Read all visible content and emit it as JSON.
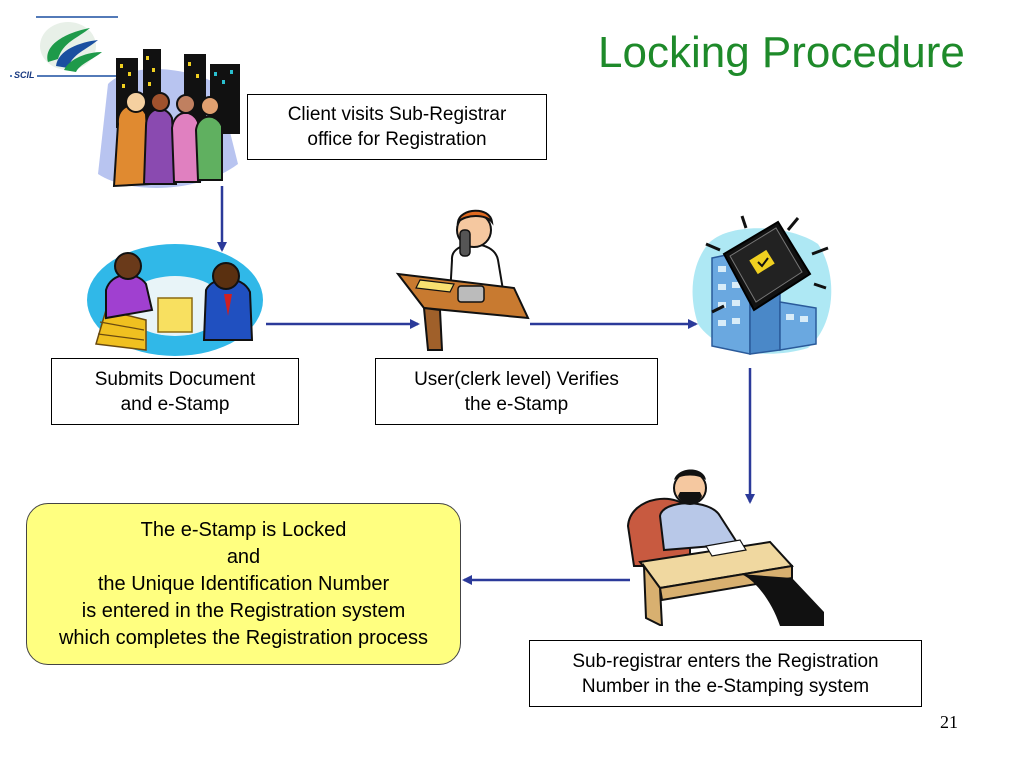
{
  "logo": {
    "text": "SCIL",
    "colors": {
      "green": "#1e9a4a",
      "blue": "#1a4fa0"
    }
  },
  "title": "Locking Procedure",
  "steps": {
    "client_visits": "Client visits Sub-Registrar\noffice for Registration",
    "submits_document": "Submits Document\nand e-Stamp",
    "clerk_verifies": "User(clerk level) Verifies\nthe e-Stamp",
    "subregistrar_enters": "Sub-registrar enters the Registration\nNumber in the e-Stamping system"
  },
  "result": {
    "line1": "The e-Stamp is Locked",
    "line2": "and",
    "line3": "the Unique Identification Number",
    "line4": "is entered in the Registration system",
    "line5": "which completes the Registration process"
  },
  "page_number": "21",
  "colors": {
    "title": "#1e8a2a",
    "arrow": "#2b3a9a",
    "result_fill": "#ffff80"
  },
  "icons": [
    "crowd-city-icon",
    "handshake-icon",
    "clerk-phone-icon",
    "building-book-icon",
    "subregistrar-desk-icon"
  ]
}
